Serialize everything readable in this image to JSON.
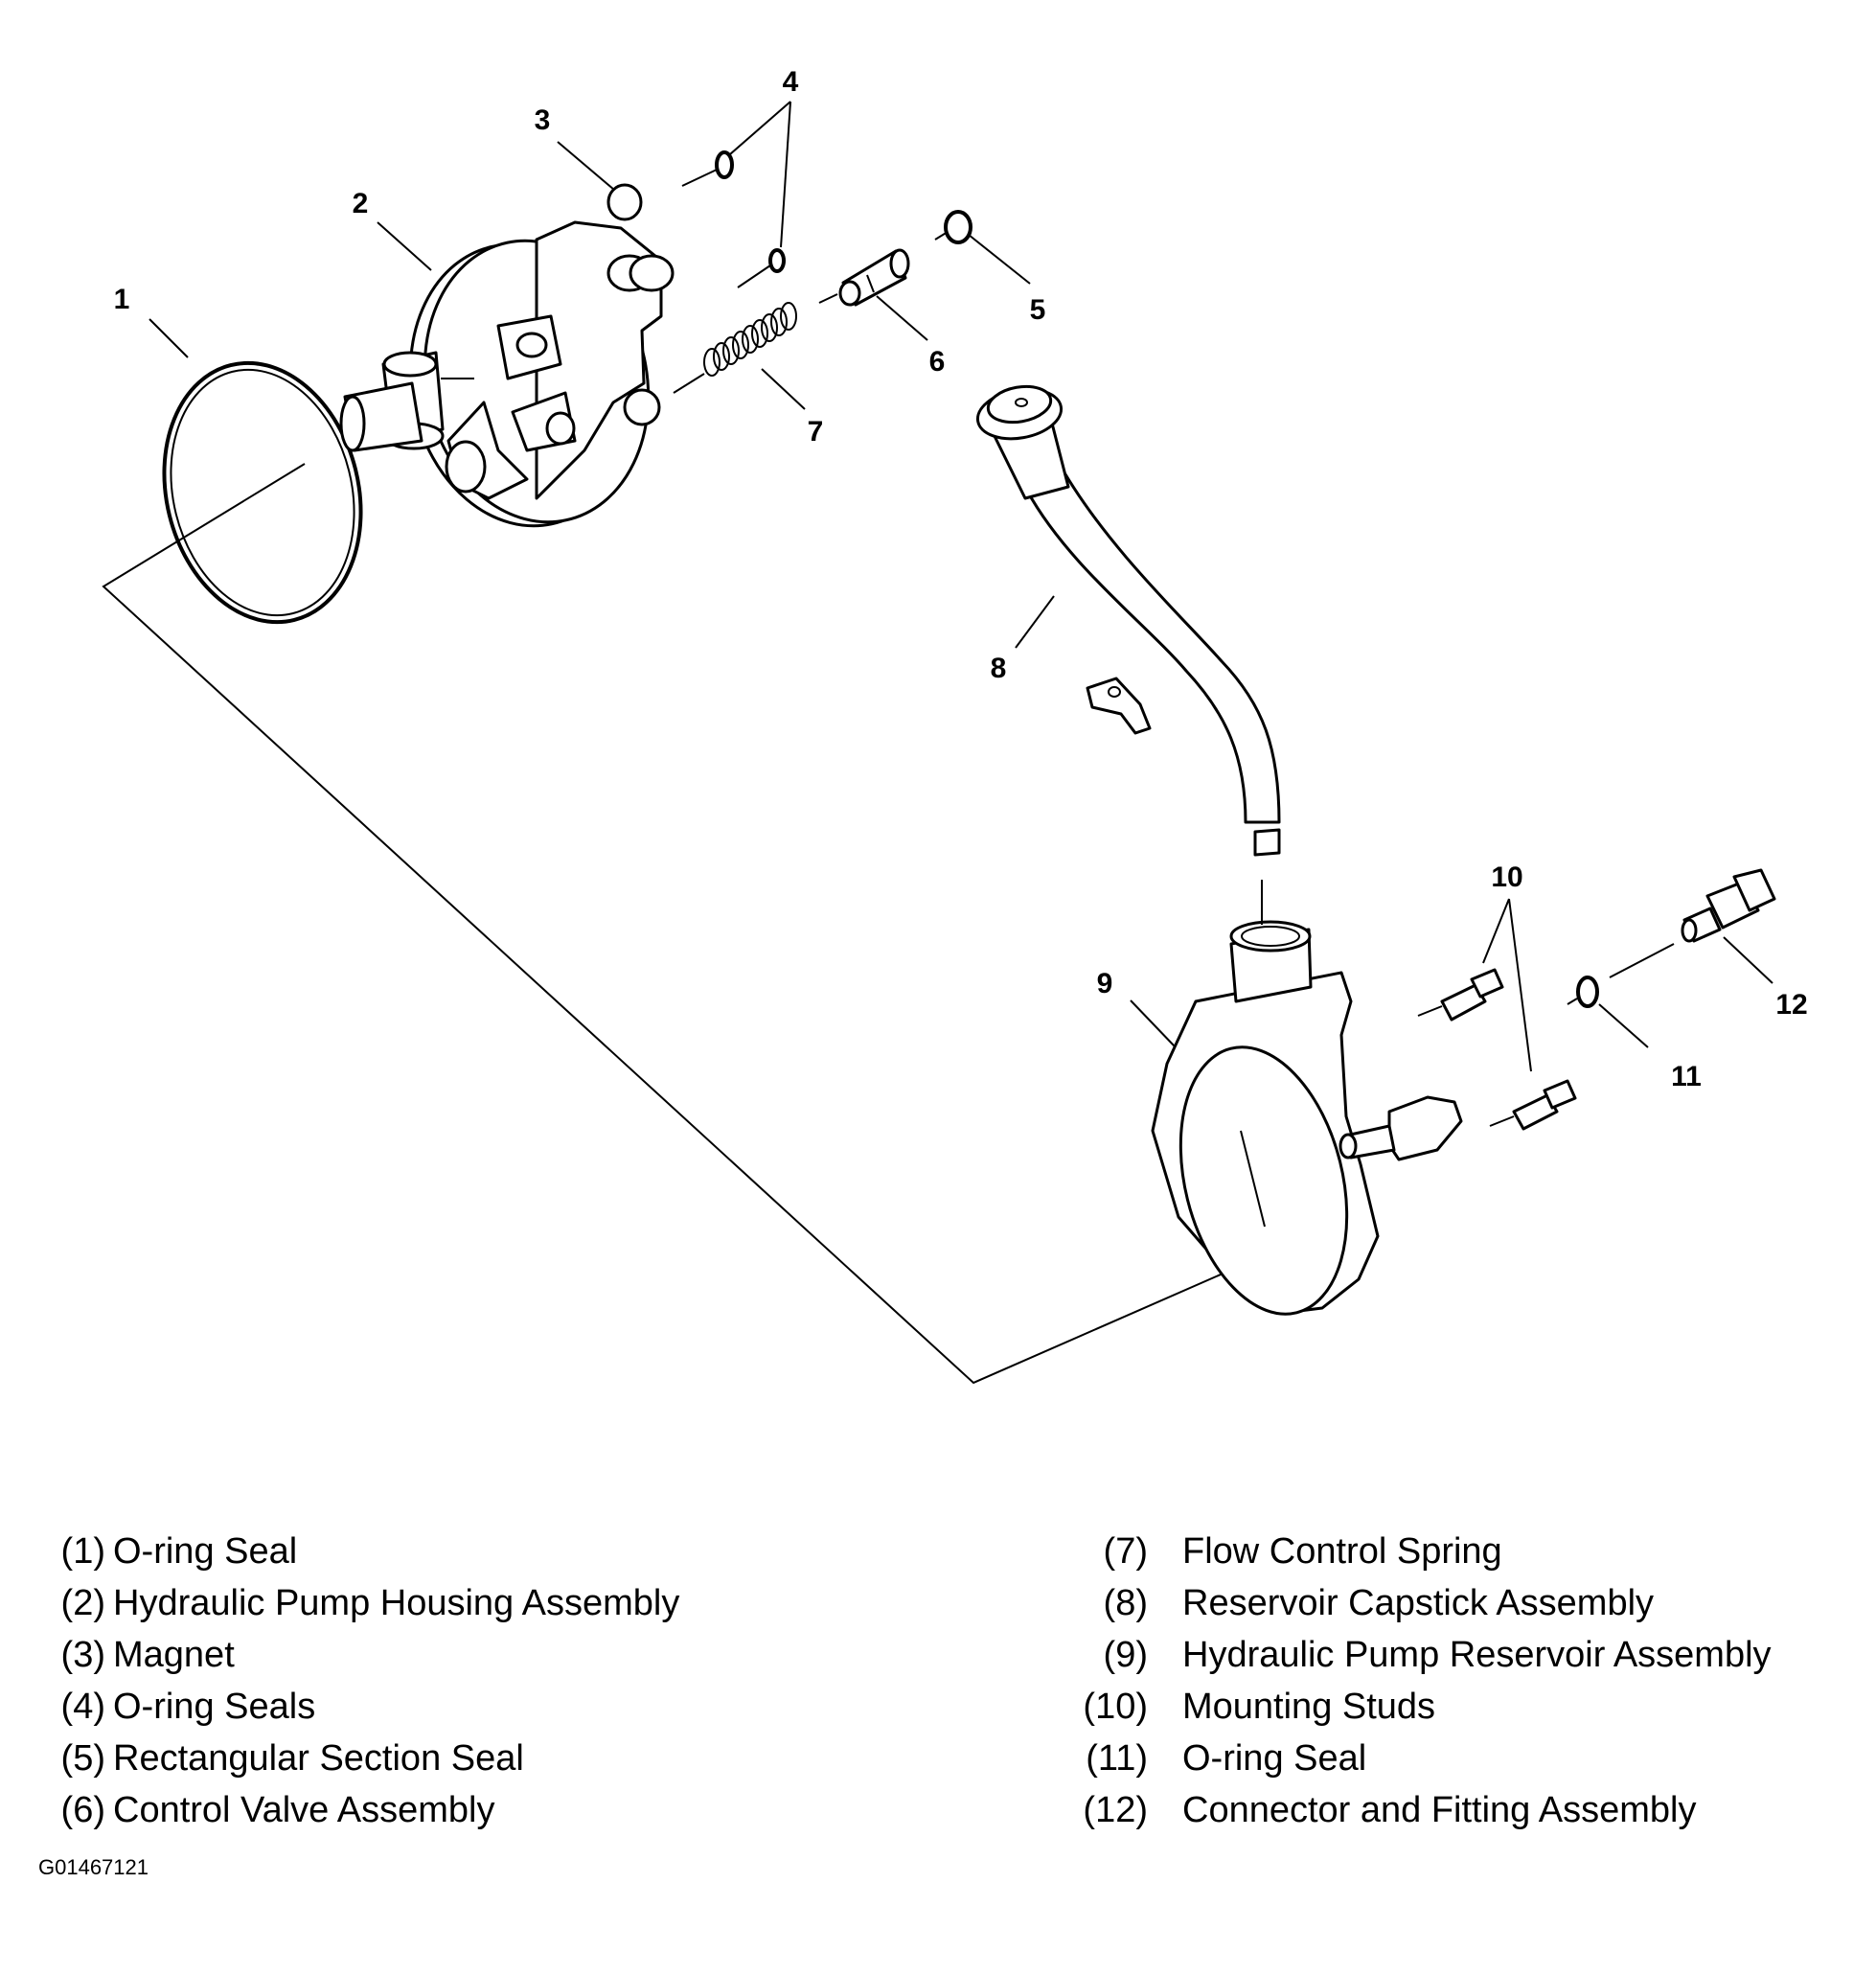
{
  "callouts": [
    "1",
    "2",
    "3",
    "4",
    "5",
    "6",
    "7",
    "8",
    "9",
    "10",
    "11",
    "12"
  ],
  "legend": {
    "left": [
      {
        "num": "(1)",
        "name": "O-ring Seal"
      },
      {
        "num": "(2)",
        "name": "Hydraulic Pump Housing Assembly"
      },
      {
        "num": "(3)",
        "name": "Magnet"
      },
      {
        "num": "(4)",
        "name": "O-ring Seals"
      },
      {
        "num": "(5)",
        "name": "Rectangular Section Seal"
      },
      {
        "num": "(6)",
        "name": "Control Valve Assembly"
      }
    ],
    "right": [
      {
        "num": "(7)",
        "name": "Flow Control Spring"
      },
      {
        "num": "(8)",
        "name": "Reservoir Capstick Assembly"
      },
      {
        "num": "(9)",
        "name": "Hydraulic Pump Reservoir Assembly"
      },
      {
        "num": "(10)",
        "name": "Mounting Studs"
      },
      {
        "num": "(11)",
        "name": "O-ring Seal"
      },
      {
        "num": "(12)",
        "name": "Connector and Fitting Assembly"
      }
    ]
  },
  "figure_code": "G01467121"
}
